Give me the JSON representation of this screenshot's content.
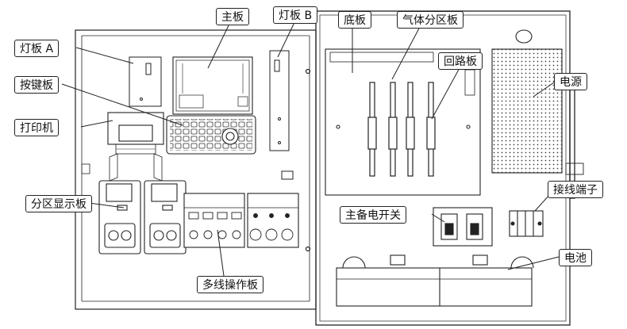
{
  "labels": {
    "lamp_board_a": "灯板 A",
    "main_board": "主板",
    "lamp_board_b": "灯板 B",
    "base_board": "底板",
    "gas_zone_board": "气体分区板",
    "loop_board": "回路板",
    "power_supply": "电源",
    "key_board": "按键板",
    "printer": "打印机",
    "zone_display_board": "分区显示板",
    "main_backup_switch": "主备电开关",
    "terminal_block": "接线端子",
    "battery": "电池",
    "multi_line_board": "多线操作板"
  }
}
